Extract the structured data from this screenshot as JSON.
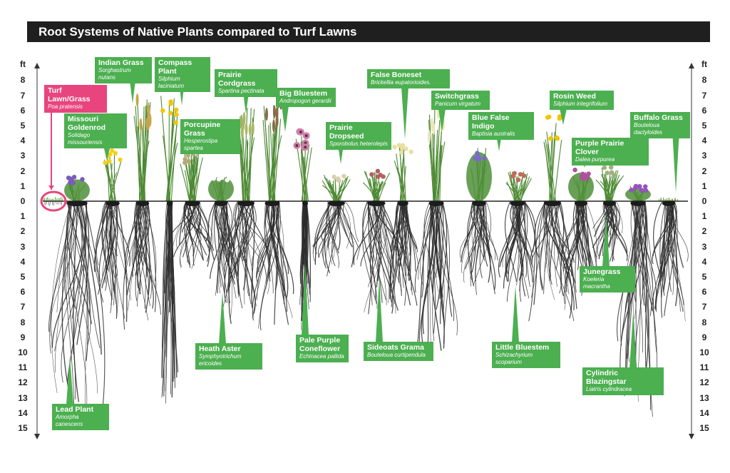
{
  "title": "Root Systems of Native Plants compared to Turf Lawns",
  "axis": {
    "unit": "ft",
    "above": [
      "8",
      "7",
      "6",
      "5",
      "4",
      "3",
      "2",
      "1"
    ],
    "zero": "0",
    "below": [
      "1",
      "2",
      "3",
      "4",
      "5",
      "6",
      "7",
      "8",
      "9",
      "10",
      "11",
      "12",
      "13",
      "14",
      "15"
    ]
  },
  "colors": {
    "label_green": "#4caf50",
    "label_pink": "#e8457e",
    "title_bar": "#1f1f1f"
  },
  "plants": [
    {
      "id": "turf",
      "name": "Turf Lawn/Grass",
      "scientific": "Poa pratensis",
      "highlight": true
    },
    {
      "id": "missouri-goldenrod",
      "name": "Missouri Goldenrod",
      "scientific": "Solidago missouriensis"
    },
    {
      "id": "indian-grass",
      "name": "Indian Grass",
      "scientific": "Sorghastrum nutans"
    },
    {
      "id": "compass-plant",
      "name": "Compass Plant",
      "scientific": "Silphium laciniatum"
    },
    {
      "id": "porcupine-grass",
      "name": "Porcupine Grass",
      "scientific": "Hesperostipa spartea"
    },
    {
      "id": "prairie-cordgrass",
      "name": "Prairie Cordgrass",
      "scientific": "Spartina pectinata"
    },
    {
      "id": "big-bluestem",
      "name": "Big Bluestem",
      "scientific": "Andropogon gerardii"
    },
    {
      "id": "prairie-dropseed",
      "name": "Prairie Dropseed",
      "scientific": "Sporobolus heterolepis"
    },
    {
      "id": "false-boneset",
      "name": "False Boneset",
      "scientific": "Brickellia eupatorioides."
    },
    {
      "id": "switchgrass",
      "name": "Switchgrass",
      "scientific": "Panicum virgatum"
    },
    {
      "id": "blue-false-indigo",
      "name": "Blue False Indigo",
      "scientific": "Baptisia australis"
    },
    {
      "id": "rosin-weed",
      "name": "Rosin Weed",
      "scientific": "Silphium integrifolium"
    },
    {
      "id": "purple-prairie-clover",
      "name": "Purple Prairie Clover",
      "scientific": "Dalea purpurea"
    },
    {
      "id": "buffalo-grass",
      "name": "Buffalo Grass",
      "scientific": "Bouteloua dactyloides"
    },
    {
      "id": "lead-plant",
      "name": "Lead Plant",
      "scientific": "Amorpha canescens"
    },
    {
      "id": "heath-aster",
      "name": "Heath Aster",
      "scientific": "Symphyotrichum ericoides"
    },
    {
      "id": "pale-purple-coneflower",
      "name": "Pale Purple Coneflower",
      "scientific": "Echinacea pallida"
    },
    {
      "id": "sideoats-grama",
      "name": "Sideoats Grama",
      "scientific": "Bouteloua curtipendula"
    },
    {
      "id": "little-bluestem",
      "name": "Little Bluestem",
      "scientific": "Schizachyrium scoparium"
    },
    {
      "id": "junegrass",
      "name": "Junegrass",
      "scientific": "Koeleria macrantha"
    },
    {
      "id": "cylindric-blazingstar",
      "name": "Cylindric Blazingstar",
      "scientific": "Liatris cylindracea"
    }
  ]
}
